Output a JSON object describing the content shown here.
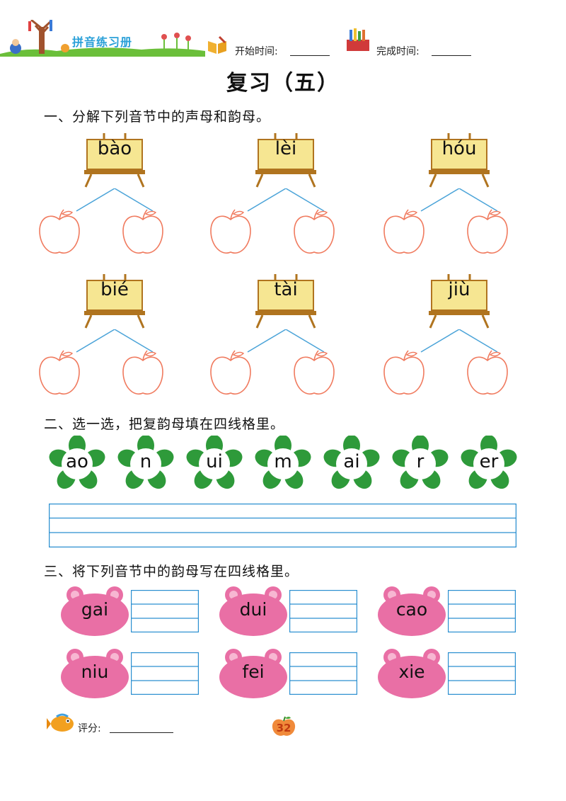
{
  "header": {
    "book_title": "拼音练习册",
    "start_time_label": "开始时间:",
    "finish_time_label": "完成时间:"
  },
  "title": "复习（五）",
  "section1": {
    "heading": "一、分解下列音节中的声母和韵母。",
    "syllables": [
      "bào",
      "lèi",
      "hóu",
      "bié",
      "tài",
      "jiù"
    ]
  },
  "section2": {
    "heading": "二、选一选，把复韵母填在四线格里。",
    "options": [
      "ao",
      "n",
      "ui",
      "m",
      "ai",
      "r",
      "er"
    ]
  },
  "section3": {
    "heading": "三、将下列音节中的韵母写在四线格里。",
    "syllables": [
      "gai",
      "dui",
      "cao",
      "niu",
      "fei",
      "xie"
    ]
  },
  "footer": {
    "score_label": "评分:",
    "page_number": "32"
  },
  "colors": {
    "easel_board": "#f6e692",
    "easel_frame": "#b0741f",
    "apple_outline": "#f07a5e",
    "connector_line": "#4aa3d8",
    "flower_green": "#2e9a3a",
    "bear_pink": "#e96fa5",
    "writing_grid": "#2a8fd0"
  }
}
